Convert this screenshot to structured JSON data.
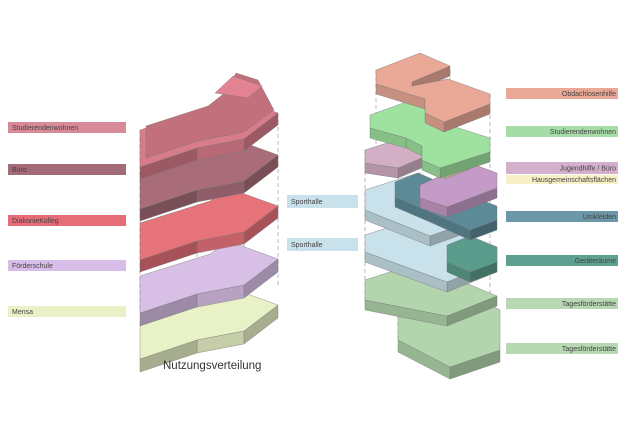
{
  "caption": "Nutzungsverteilung",
  "left_legend": [
    {
      "text": "Studierendenwohnen",
      "color": "#d88a98"
    },
    {
      "text": "Büro",
      "color": "#a36a78"
    },
    {
      "text": "DiakonieKolleg",
      "color": "#e66d78"
    },
    {
      "text": "Förderschule",
      "color": "#d8bde8"
    },
    {
      "text": "Mensa",
      "color": "#e8f2c6"
    }
  ],
  "middle_legend": [
    {
      "text": "Sporthalle",
      "color": "#c9e1ea"
    },
    {
      "text": "Sporthalle",
      "color": "#c9e1ea"
    }
  ],
  "right_legend": [
    {
      "text": "Obdachlosenhilfe",
      "color": "#eaa896"
    },
    {
      "text": "Studierendenwohnen",
      "color": "#a6dca6"
    },
    {
      "text": "Jugendhilfe / Büro",
      "color": "#d5b0cc"
    },
    {
      "text": "Hausgemeinschaftsflächen",
      "color": "#f7efc6"
    },
    {
      "text": "Umkleiden",
      "color": "#6c97a8"
    },
    {
      "text": "Geräteräume",
      "color": "#5fa090"
    },
    {
      "text": "Tagesförderstätte",
      "color": "#b7d8b2"
    },
    {
      "text": "Tagesförderstätte",
      "color": "#b7d8b2"
    }
  ],
  "block_colors": {
    "studierendenwohnen_left": "#d87c8a",
    "buero_left": "#a86d79",
    "diakoniekolleg": "#e6727a",
    "foerderschule": "#d8bfe6",
    "mensa": "#e8f2c6",
    "obdachlosenhilfe": "#eaa896",
    "studierendenwohnen_right": "#9fe29f",
    "jugendhilfe_buero": "#d2afc4",
    "jugendhilfe_purple": "#c49ac6",
    "hausgemeinschaft": "#f7efc6",
    "sporthalle": "#c9e1ea",
    "umkleiden": "#5c8a96",
    "geraeteraeume": "#5a9c8c",
    "tagesfoerderstaette": "#b3d5ad"
  }
}
